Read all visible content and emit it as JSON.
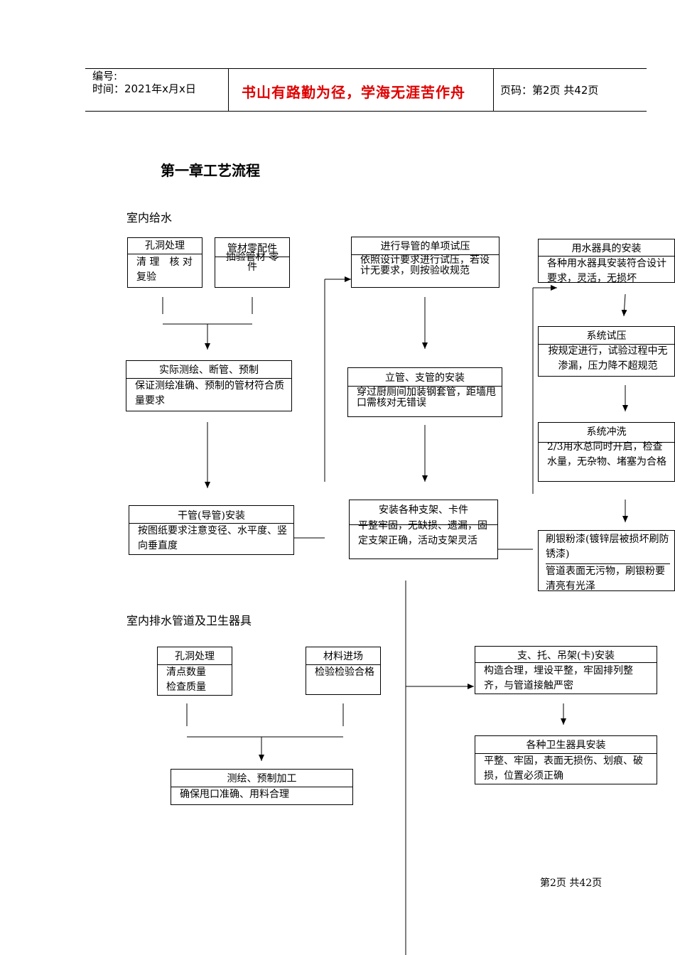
{
  "header": {
    "number_label": "编号:",
    "time_label": "时间：2021年x月x日",
    "motto": "书山有路勤为径，学海无涯苦作舟",
    "page_info": "页码：第2页 共42页"
  },
  "title": "第一章工艺流程",
  "section1": {
    "heading": "室内给水",
    "box_holes": {
      "title": "孔洞处理",
      "body": "清 理　核 对 复验"
    },
    "box_pipes": {
      "title": "管材零配件",
      "body": "抽验管材 零件"
    },
    "box_measure": {
      "title": "实际测绘、断管、预制",
      "body": "保证测绘准确、预制的管材符合质量要求"
    },
    "box_main_pipe": {
      "title": "干管(导管)安装",
      "body": "按图纸要求注意变径、水平度、竖向垂直度"
    },
    "box_pressure_test": {
      "title": "进行导管的单项试压",
      "body": "依照设计要求进行试压，若设计无要求，则按验收规范"
    },
    "box_risers": {
      "title": "立管、支管的安装",
      "body": "穿过厨厕间加装钢套管，距墙甩口需核对无错误"
    },
    "box_supports": {
      "title": "安装各种支架、卡件",
      "body": "平整牢固，无缺损、遗漏，固定支架正确，活动支架灵活"
    },
    "box_fixtures": {
      "title": "用水器具的安装",
      "body": "各种用水器具安装符合设计要求，灵活，无损坏"
    },
    "box_system_test": {
      "title": "系统试压",
      "body": "按规定进行，试验过程中无渗漏，压力降不超规范"
    },
    "box_flush": {
      "title": "系统冲洗",
      "body": "2/3用水总同时开启，检查水量，无杂物、堵塞为合格"
    },
    "box_paint": {
      "title": "刷银粉漆(镀锌层被损坏刷防锈漆)",
      "body": "管道表面无污物，刷银粉要清亮有光泽"
    }
  },
  "section2": {
    "heading": "室内排水管道及卫生器具",
    "box_holes": {
      "title": "孔洞处理",
      "body": "清点数量 检查质量"
    },
    "box_material": {
      "title": "材料进场",
      "body": "检验检验合格"
    },
    "box_measure": {
      "title": "测绘、预制加工",
      "body": "确保甩口准确、用料合理"
    },
    "box_hangers": {
      "title": "支、托、吊架(卡)安装",
      "body": "构造合理，埋设平整，牢固排列整齐，与管道接触严密"
    },
    "box_sanitary": {
      "title": "各种卫生器具安装",
      "body": "平整、牢固，表面无损伤、划痕、破损，位置必须正确"
    }
  },
  "footer": {
    "page": "第2页 共42页"
  }
}
